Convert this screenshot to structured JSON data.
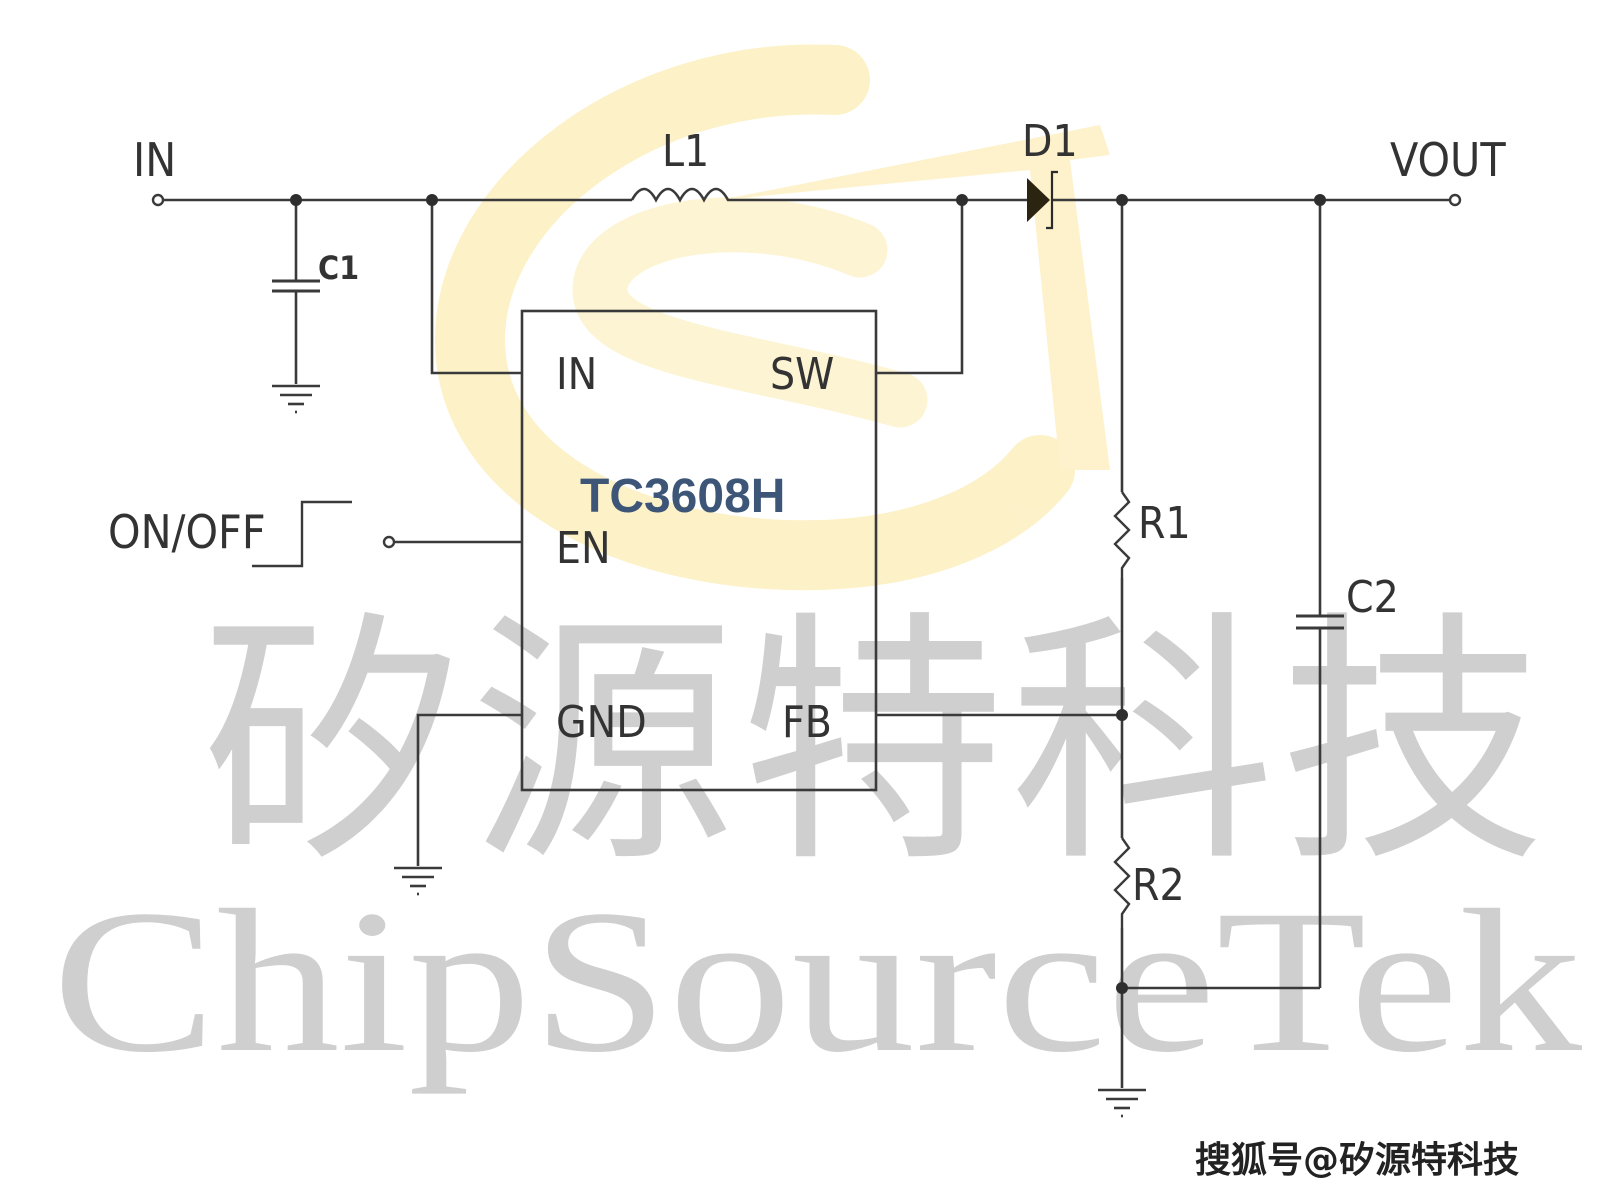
{
  "diagram": {
    "title": "TC3608H boost converter application circuit",
    "ic": {
      "part_number": "TC3608H",
      "pins": {
        "in": "IN",
        "sw": "SW",
        "en": "EN",
        "gnd": "GND",
        "fb": "FB"
      }
    },
    "terminals": {
      "input": "IN",
      "output": "VOUT",
      "enable": "ON/OFF"
    },
    "components": {
      "c1": "C1",
      "l1": "L1",
      "d1": "D1",
      "r1": "R1",
      "r2": "R2",
      "c2": "C2"
    },
    "colors": {
      "wire": "#3a3a3a",
      "chip_label": "#3d5678",
      "logo": "#fbe7a0",
      "watermark": "#cfcfcf"
    }
  },
  "watermark": {
    "chinese": "矽源特科技",
    "english": "ChipSourceTek"
  },
  "credit": "搜狐号@矽源特科技"
}
